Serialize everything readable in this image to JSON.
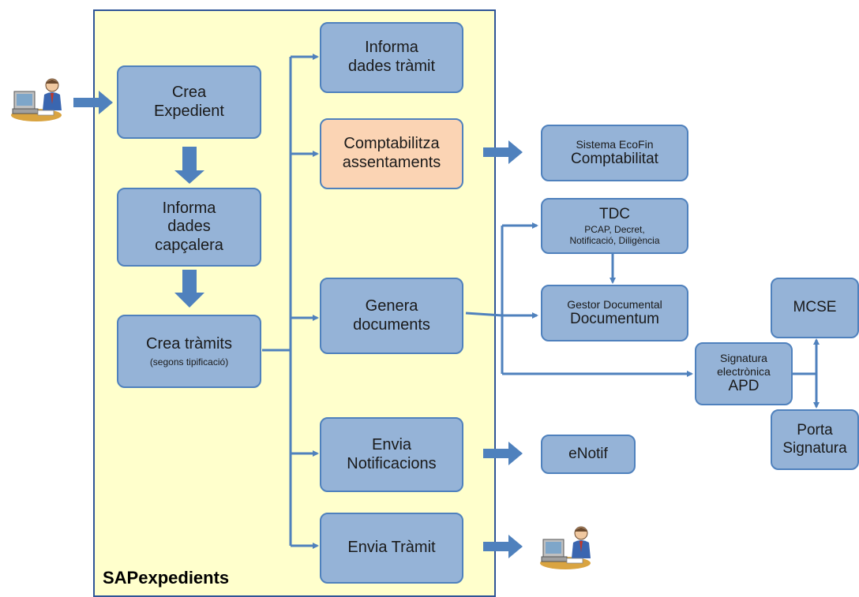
{
  "container": {
    "label": "SAPexpedients"
  },
  "nodes": {
    "crea_expedient": {
      "line1": "Crea",
      "line2": "Expedient"
    },
    "informa_capcalera": {
      "line1": "Informa",
      "line2": "dades",
      "line3": "capçalera"
    },
    "crea_tramits": {
      "line1": "Crea tràmits",
      "line2": "(segons tipificació)"
    },
    "informa_tramit": {
      "line1": "Informa",
      "line2": "dades tràmit"
    },
    "comptabilitza": {
      "line1": "Comptabilitza",
      "line2": "assentaments"
    },
    "genera_documents": {
      "line1": "Genera",
      "line2": "documents"
    },
    "envia_notificacions": {
      "line1": "Envia",
      "line2": "Notificacions"
    },
    "envia_tramit": {
      "line1": "Envia Tràmit"
    },
    "ecofin": {
      "line1": "Sistema EcoFin",
      "line2": "Comptabilitat"
    },
    "tdc": {
      "line1": "TDC",
      "line2": "PCAP, Decret,",
      "line3": "Notificació, Diligència"
    },
    "gestor_documental": {
      "line1": "Gestor Documental",
      "line2": "Documentum"
    },
    "enotif": {
      "line1": "eNotif"
    },
    "signatura": {
      "line1": "Signatura",
      "line2": "electrònica",
      "line3": "APD"
    },
    "mcse": {
      "line1": "MCSE"
    },
    "porta_signatura": {
      "line1": "Porta",
      "line2": "Signatura"
    }
  },
  "colors": {
    "box_fill": "#95b3d7",
    "box_border": "#4f81bd",
    "highlight_fill": "#fbd4b4",
    "container_fill": "#ffffcc",
    "container_border": "#2f5597",
    "connector": "#4f81bd"
  },
  "icons": {
    "user": "computer-user-icon"
  }
}
